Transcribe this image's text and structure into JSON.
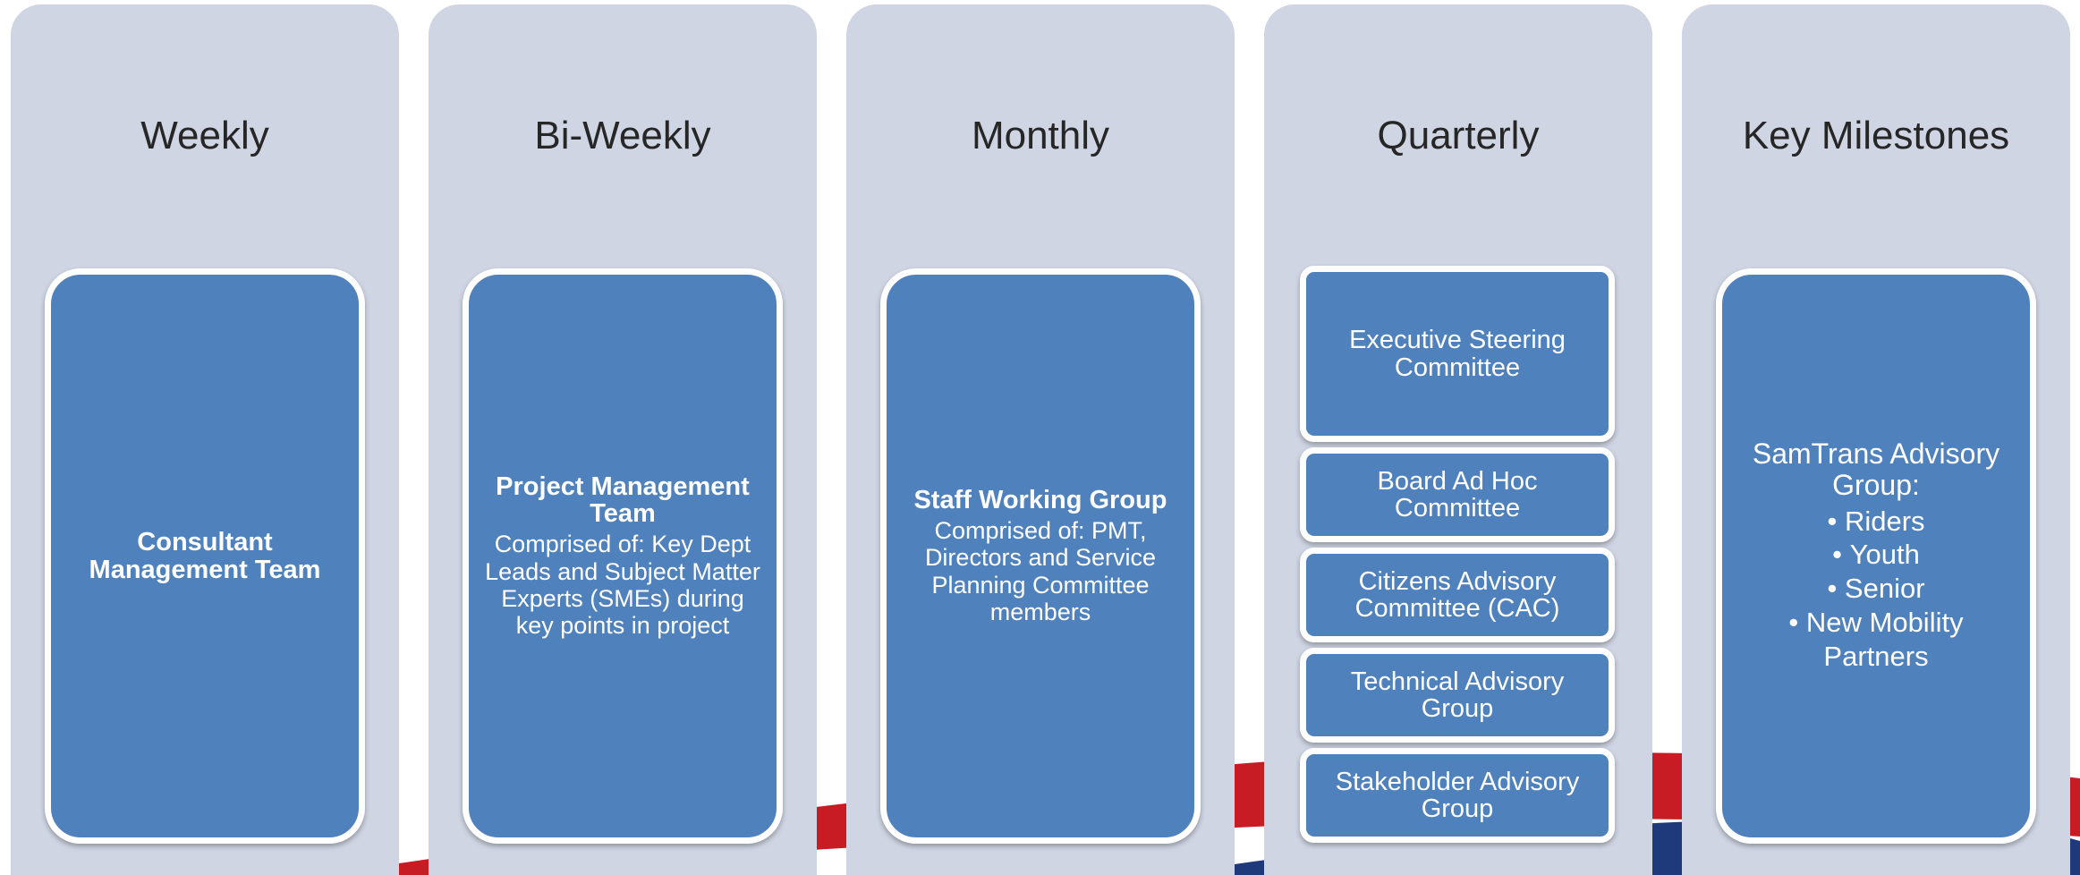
{
  "colors": {
    "column_bg": "#cfd5e3",
    "card_fill": "#4f81bd",
    "card_border": "#ffffff",
    "title_text": "#262626",
    "swoosh_red": "#c81c24",
    "swoosh_navy": "#1f3a7a"
  },
  "columns": [
    {
      "title": "Weekly",
      "card": {
        "title": "Consultant Management Team",
        "body": ""
      }
    },
    {
      "title": "Bi-Weekly",
      "card": {
        "title": "Project Management Team",
        "body": "Comprised of: Key Dept Leads and Subject Matter Experts (SMEs) during key points in project"
      }
    },
    {
      "title": "Monthly",
      "card": {
        "title": "Staff Working Group",
        "body": "Comprised of: PMT, Directors and Service Planning Committee members"
      }
    },
    {
      "title": "Quarterly",
      "cards": [
        "Executive Steering Committee",
        "Board Ad Hoc Committee",
        "Citizens Advisory Committee (CAC)",
        "Technical Advisory Group",
        "Stakeholder Advisory Group"
      ]
    },
    {
      "title": "Key Milestones",
      "card": {
        "heading": "SamTrans Advisory Group:",
        "items": [
          "Riders",
          "Youth",
          "Senior",
          "New Mobility Partners"
        ]
      }
    }
  ]
}
